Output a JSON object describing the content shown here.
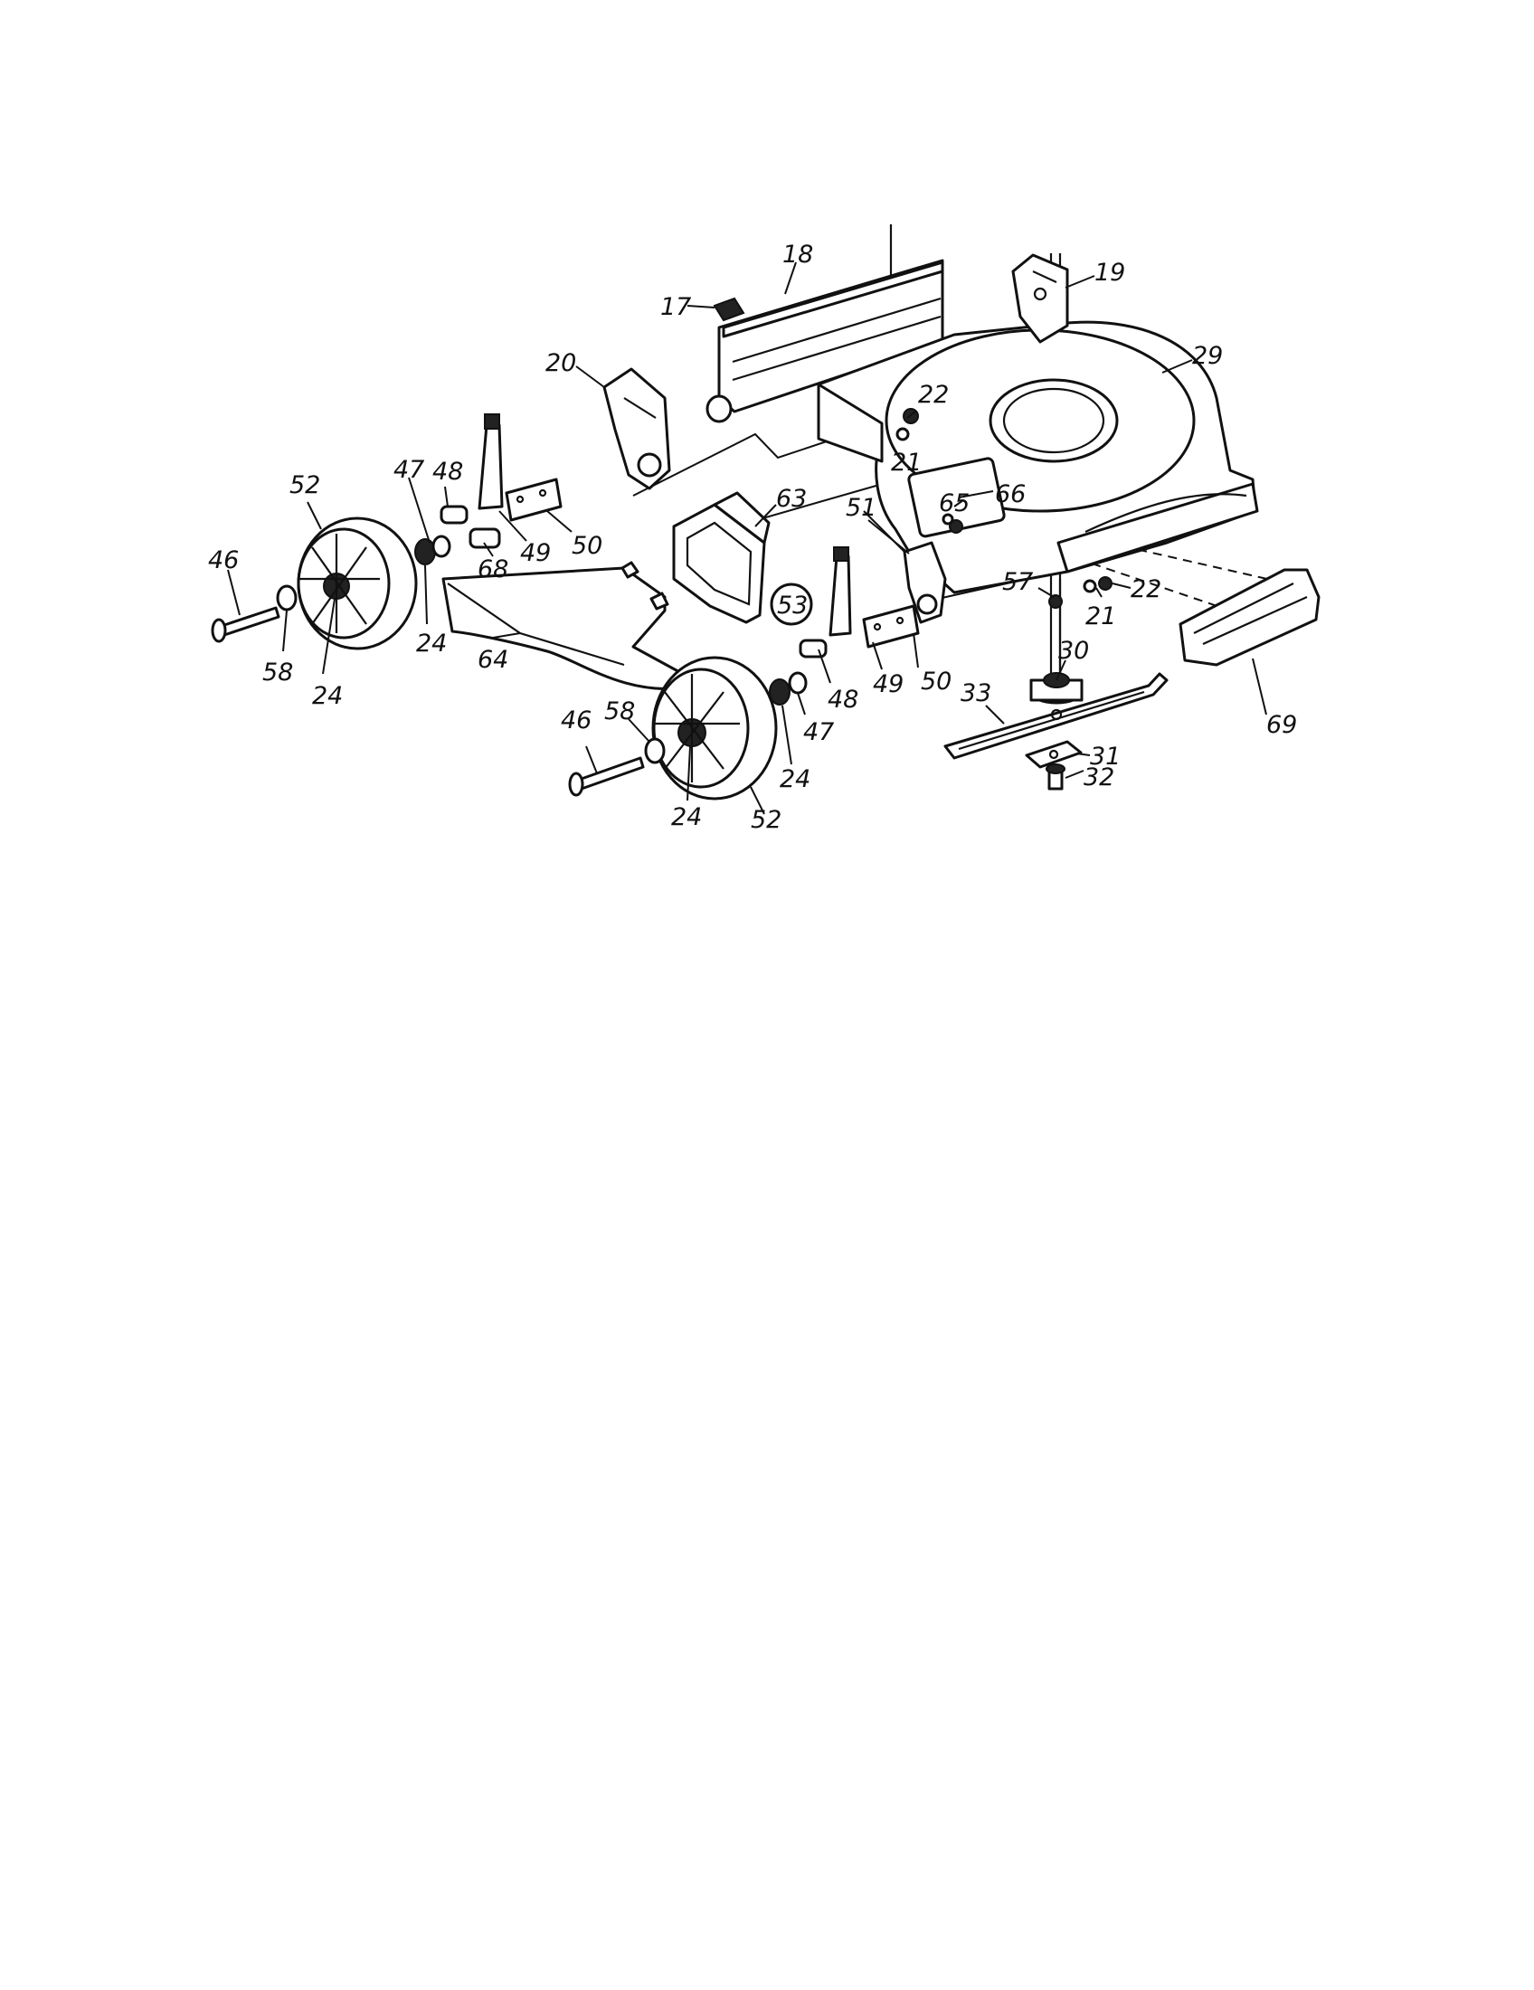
{
  "diagram": {
    "type": "exploded-parts-diagram",
    "line_color": "#111111",
    "background": "#ffffff",
    "callouts": [
      {
        "id": "c17",
        "label": "17"
      },
      {
        "id": "c18",
        "label": "18"
      },
      {
        "id": "c19",
        "label": "19"
      },
      {
        "id": "c20",
        "label": "20"
      },
      {
        "id": "c29",
        "label": "29"
      },
      {
        "id": "c22a",
        "label": "22"
      },
      {
        "id": "c21a",
        "label": "21"
      },
      {
        "id": "c65",
        "label": "65"
      },
      {
        "id": "c66",
        "label": "66"
      },
      {
        "id": "c63",
        "label": "63"
      },
      {
        "id": "c51",
        "label": "51"
      },
      {
        "id": "c57",
        "label": "57"
      },
      {
        "id": "c21b",
        "label": "21"
      },
      {
        "id": "c22b",
        "label": "22"
      },
      {
        "id": "c69",
        "label": "69"
      },
      {
        "id": "c52a",
        "label": "52"
      },
      {
        "id": "c47a",
        "label": "47"
      },
      {
        "id": "c48a",
        "label": "48"
      },
      {
        "id": "c46a",
        "label": "46"
      },
      {
        "id": "c68",
        "label": "68"
      },
      {
        "id": "c49a",
        "label": "49"
      },
      {
        "id": "c50a",
        "label": "50"
      },
      {
        "id": "c58a",
        "label": "58"
      },
      {
        "id": "c24a",
        "label": "24"
      },
      {
        "id": "c24b",
        "label": "24"
      },
      {
        "id": "c64",
        "label": "64"
      },
      {
        "id": "c53",
        "label": "53"
      },
      {
        "id": "c48b",
        "label": "48"
      },
      {
        "id": "c49b",
        "label": "49"
      },
      {
        "id": "c50b",
        "label": "50"
      },
      {
        "id": "c47b",
        "label": "47"
      },
      {
        "id": "c46b",
        "label": "46"
      },
      {
        "id": "c58b",
        "label": "58"
      },
      {
        "id": "c24c",
        "label": "24"
      },
      {
        "id": "c24d",
        "label": "24"
      },
      {
        "id": "c52b",
        "label": "52"
      },
      {
        "id": "c30",
        "label": "30"
      },
      {
        "id": "c33",
        "label": "33"
      },
      {
        "id": "c31",
        "label": "31"
      },
      {
        "id": "c32",
        "label": "32"
      }
    ]
  }
}
